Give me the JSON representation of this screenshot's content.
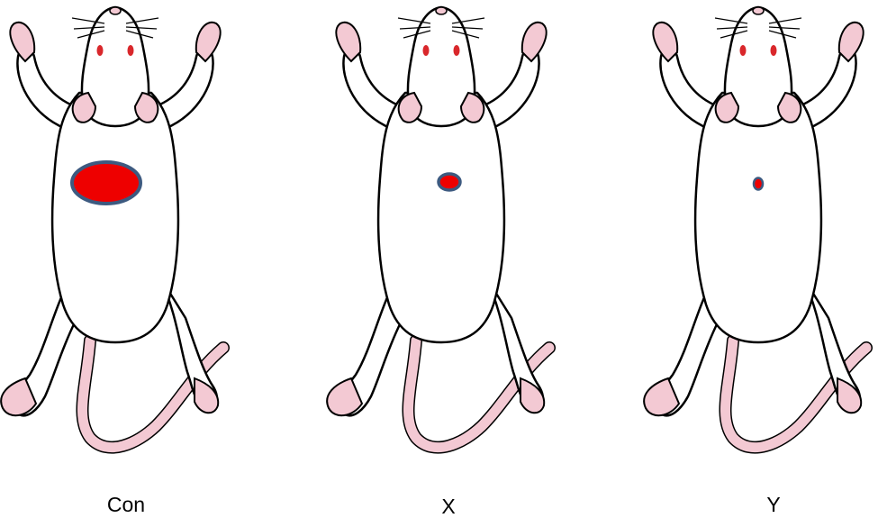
{
  "colors": {
    "outline": "#000000",
    "body_fill": "#ffffff",
    "pink": "#f3c9d3",
    "pink_dark": "#e8a9b8",
    "eye": "#d9272b",
    "tumor_fill": "#ee0000",
    "tumor_border": "#3d5a80"
  },
  "mice": [
    {
      "label": "Con",
      "tumor_size": "large"
    },
    {
      "label": "X",
      "tumor_size": "medium"
    },
    {
      "label": "Y",
      "tumor_size": "small"
    }
  ]
}
